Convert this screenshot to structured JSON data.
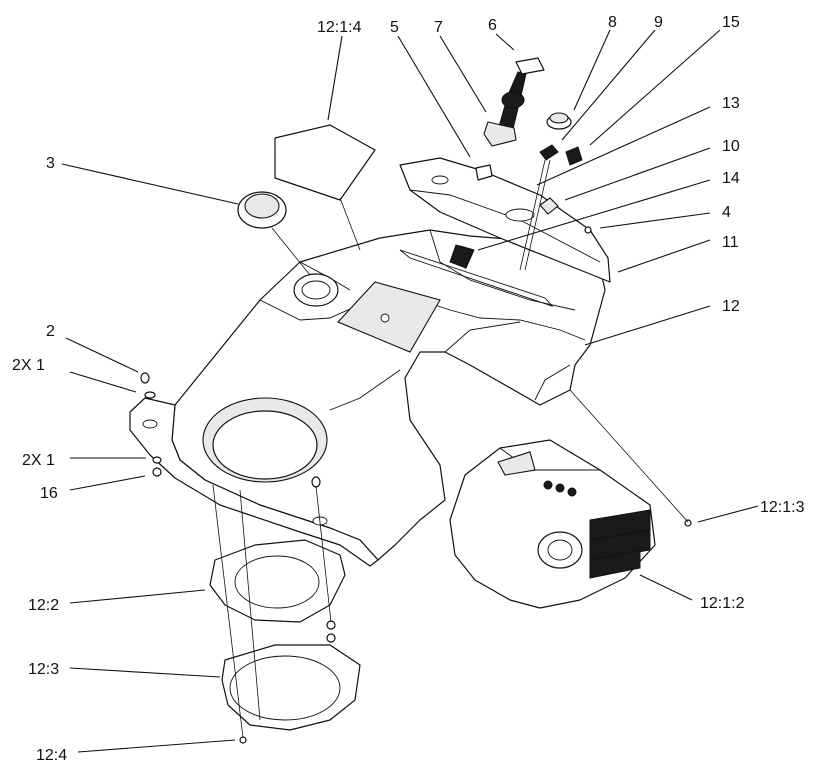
{
  "callouts": {
    "c_12_1_4": "12:1:4",
    "c_5": "5",
    "c_7": "7",
    "c_6": "6",
    "c_8": "8",
    "c_9": "9",
    "c_15": "15",
    "c_13": "13",
    "c_10": "10",
    "c_14": "14",
    "c_4": "4",
    "c_11": "11",
    "c_12": "12",
    "c_3": "3",
    "c_2": "2",
    "c_2x1_upper": "2X 1",
    "c_2x1_lower": "2X 1",
    "c_16": "16",
    "c_12_1_3": "12:1:3",
    "c_12_1_2": "12:1:2",
    "c_12_2": "12:2",
    "c_12_3": "12:3",
    "c_12_4": "12:4"
  }
}
